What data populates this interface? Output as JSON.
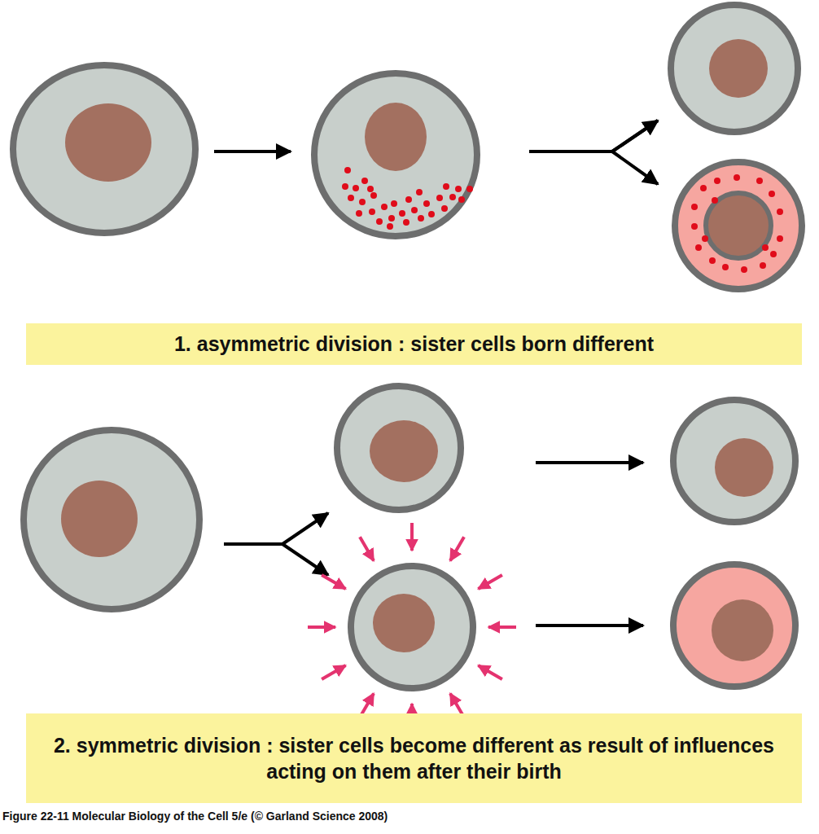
{
  "diagram": {
    "caption": "Figure 22-11 Molecular Biology of the Cell 5/e (© Garland Science 2008)",
    "nodes": [
      {
        "text": [
          "1. asymmetric division : sister cells born different"
        ]
      },
      {
        "text": [
          "2. symmetric division : sister cells become different as result of influences acting on them after their birth"
        ]
      }
    ]
  }
}
